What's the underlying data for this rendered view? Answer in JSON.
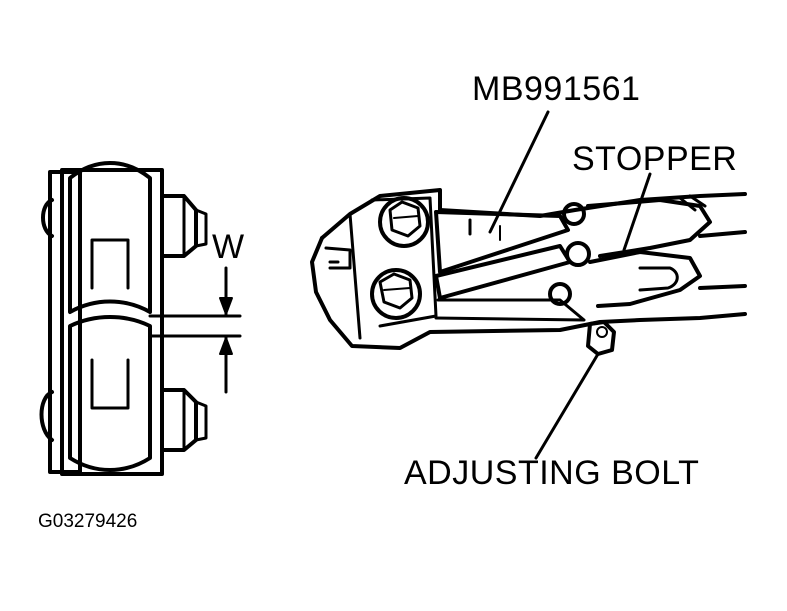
{
  "labels": {
    "tool": "MB991561",
    "stopper": "STOPPER",
    "dimension": "W",
    "adjusting_bolt": "ADJUSTING BOLT",
    "figure_id": "G03279426"
  },
  "colors": {
    "line": "#000000",
    "background": "#ffffff"
  }
}
